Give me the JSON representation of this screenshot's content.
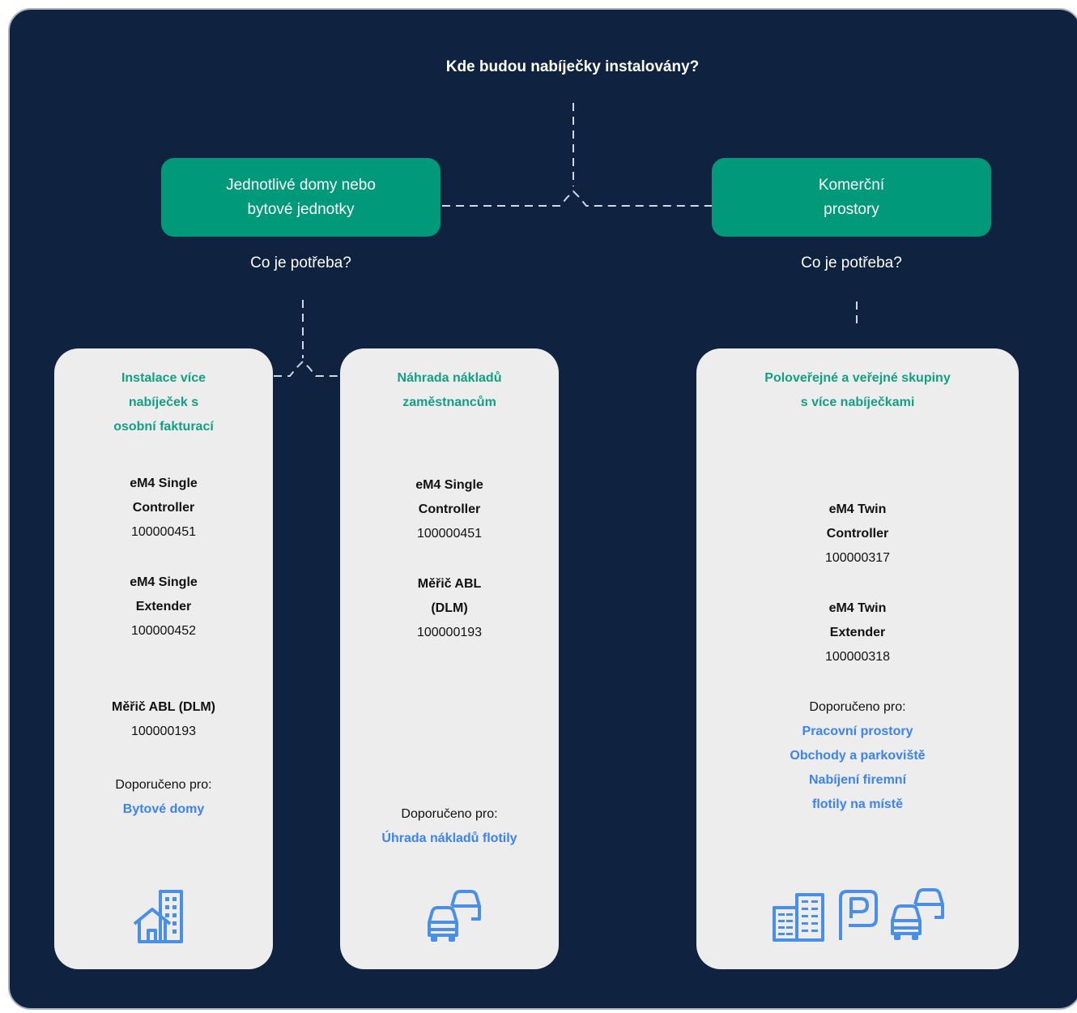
{
  "title": "Kde budou nabíječky instalovány?",
  "options": [
    {
      "label": "Jednotlivé domy nebo bytové jednotky",
      "question": "Co je potřeba?"
    },
    {
      "label": "Komerční prostory",
      "question": "Co je potřeba?"
    }
  ],
  "cards": [
    {
      "heading": "Instalace více nabíječek s osobní fakturací",
      "products": [
        {
          "name": "eM4 Single Controller",
          "code": "100000451"
        },
        {
          "name": "eM4 Single Extender",
          "code": "100000452"
        },
        {
          "name": "Měřič ABL (DLM)",
          "code": "100000193"
        }
      ],
      "recommended_label": "Doporučeno pro:",
      "recommended": [
        "Bytové domy"
      ],
      "icons": [
        "apartment-house-icon"
      ]
    },
    {
      "heading": "Náhrada nákladů zaměstnancům",
      "products": [
        {
          "name": "eM4 Single Controller",
          "code": "100000451"
        },
        {
          "name": "Měřič ABL (DLM)",
          "code": "100000193"
        }
      ],
      "recommended_label": "Doporučeno pro:",
      "recommended": [
        "Úhrada nákladů flotily"
      ],
      "icons": [
        "car-fleet-icon"
      ]
    },
    {
      "heading": "Poloveřejné a veřejné skupiny s více nabíječkami",
      "products": [
        {
          "name": "eM4 Twin Controller",
          "code": "100000317"
        },
        {
          "name": "eM4 Twin Extender",
          "code": "100000318"
        }
      ],
      "recommended_label": "Doporučeno pro:",
      "recommended": [
        "Pracovní prostory",
        "Obchody a parkoviště",
        "Nabíjení firemní flotily na místě"
      ],
      "icons": [
        "office-building-icon",
        "parking-icon",
        "car-fleet-icon"
      ]
    }
  ],
  "colors": {
    "background": "#0f2240",
    "option_fill": "#009a7a",
    "card_fill": "#ededed",
    "heading": "#12a083",
    "link": "#3b82f6",
    "icon": "#4a8fe7"
  }
}
